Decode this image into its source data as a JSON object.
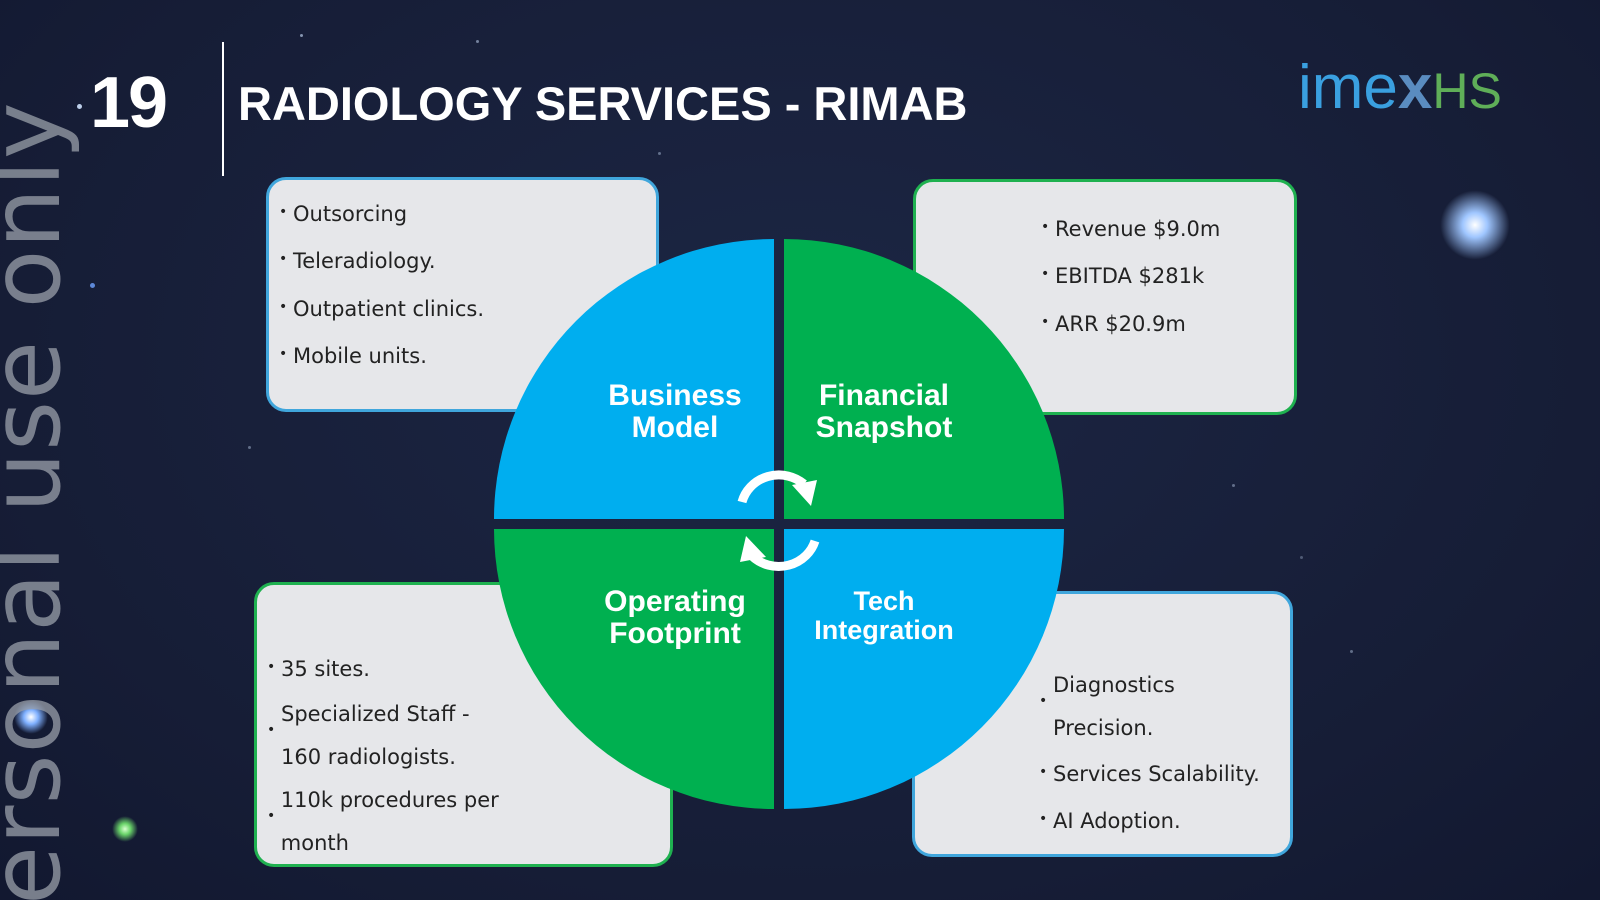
{
  "slide": {
    "number": "19",
    "title": "RADIOLOGY SERVICES - RIMAB",
    "watermark": "ersonal use only",
    "logo": {
      "part1": "ime",
      "part2": "x",
      "part3": "HS"
    }
  },
  "colors": {
    "blue": "#00aeef",
    "green": "#00b050",
    "box_bg": "#e6e7ea",
    "background": "#18203a"
  },
  "quadrants": {
    "business_model": {
      "line1": "Business",
      "line2": "Model"
    },
    "financial_snapshot": {
      "line1": "Financial",
      "line2": "Snapshot"
    },
    "operating_footprint": {
      "line1": "Operating",
      "line2": "Footprint"
    },
    "tech_integration": {
      "line1": "Tech",
      "line2": "Integration"
    }
  },
  "boxes": {
    "business_model": [
      "Outsorcing",
      "Teleradiology.",
      "Outpatient clinics.",
      "Mobile units."
    ],
    "financial_snapshot": [
      "Revenue $9.0m",
      "EBITDA $281k",
      "ARR $20.9m"
    ],
    "operating_footprint": [
      "35 sites.",
      "Specialized Staff - 160 radiologists.",
      "110k procedures per month"
    ],
    "tech_integration": [
      "Diagnostics Precision.",
      "Services Scalability.",
      "AI Adoption."
    ]
  },
  "icons": {
    "cycle": "refresh-cycle-icon"
  }
}
